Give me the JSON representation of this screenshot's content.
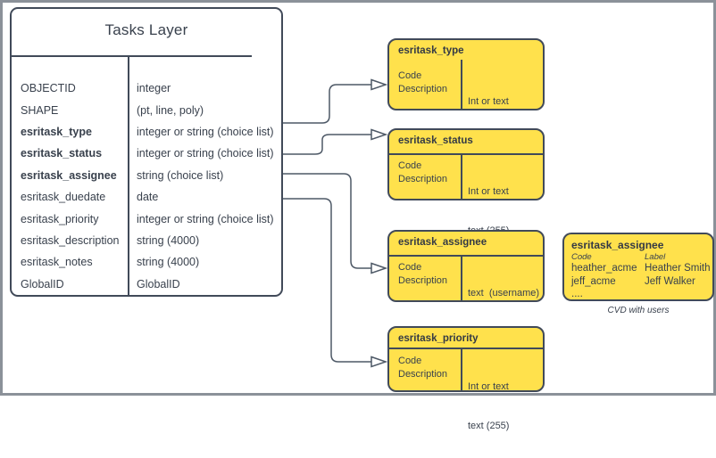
{
  "colors": {
    "box_fill": "#ffe14c",
    "stroke_dark": "#414a59",
    "text_dark": "#39414d",
    "connector": "#4d5866",
    "page_border": "#8b9199"
  },
  "tasks_layer": {
    "title": "Tasks Layer",
    "fields": [
      {
        "name": "OBJECTID",
        "type": "integer"
      },
      {
        "name": "SHAPE",
        "type": "(pt, line, poly)"
      },
      {
        "name": "esritask_type",
        "type": "integer or string (choice list)"
      },
      {
        "name": "esritask_status",
        "type": "integer or string (choice list)"
      },
      {
        "name": "esritask_assignee",
        "type": "string (choice list)"
      },
      {
        "name": "esritask_duedate",
        "type": "date"
      },
      {
        "name": "esritask_priority",
        "type": "integer or string (choice list)"
      },
      {
        "name": "esritask_description",
        "type": "string (4000)"
      },
      {
        "name": "esritask_notes",
        "type": "string (4000)"
      },
      {
        "name": "GlobalID",
        "type": "GlobalID"
      }
    ]
  },
  "domains": [
    {
      "title": "esritask_type",
      "left": [
        "Code",
        "Description"
      ],
      "right": [
        "Int or text",
        "text (255)"
      ]
    },
    {
      "title": "esritask_status",
      "left": [
        "Code",
        "Description"
      ],
      "right": [
        "Int or text",
        "text (255)"
      ]
    },
    {
      "title": "esritask_assignee",
      "left": [
        "Code",
        "Description"
      ],
      "right": [
        "text  (username)",
        "text (255)"
      ]
    },
    {
      "title": "esritask_priority",
      "left": [
        "Code",
        "Description"
      ],
      "right": [
        "Int or text",
        "text (255)"
      ]
    }
  ],
  "cvd": {
    "title": "esritask_assignee",
    "columns": [
      "Code",
      "Label"
    ],
    "rows": [
      {
        "code": "heather_acme",
        "label": "Heather Smith"
      },
      {
        "code": "jeff_acme",
        "label": "Jeff Walker"
      }
    ],
    "ellipsis": "....",
    "caption": "CVD with users"
  }
}
